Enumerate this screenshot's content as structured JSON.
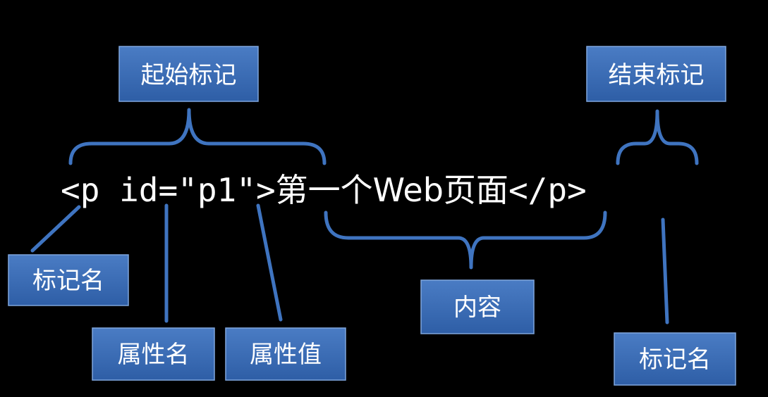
{
  "code": {
    "open_tag": "<p id=\"p1\">",
    "content": "第一个Web页面",
    "close_tag": "</p>"
  },
  "labels": {
    "start_tag": "起始标记",
    "end_tag": "结束标记",
    "tag_name_left": "标记名",
    "attr_name": "属性名",
    "attr_value": "属性值",
    "content": "内容",
    "tag_name_right": "标记名"
  },
  "colors": {
    "background": "#000000",
    "box_fill_top": "#4a7cc4",
    "box_fill_bottom": "#2e5ea6",
    "box_stroke": "#7fa6dd",
    "connector": "#3f74c0",
    "text": "#ffffff"
  }
}
